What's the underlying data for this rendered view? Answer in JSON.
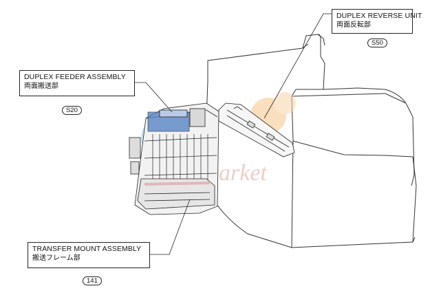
{
  "callouts": {
    "duplex_reverse": {
      "en": "DUPLEX REVERSE UNIT",
      "jp": "両面反転部",
      "ref": "S50"
    },
    "duplex_feeder": {
      "en": "DUPLEX FEEDER ASSEMBLY",
      "jp": "両面搬送部",
      "ref": "S20"
    },
    "transfer_mount": {
      "en": "TRANSFER MOUNT ASSEMBLY",
      "jp": "搬送フレーム部",
      "ref": "141"
    }
  },
  "watermark": {
    "text": "arket"
  },
  "colors": {
    "line": "#222222",
    "watermark_blue": "#9ec9ec",
    "watermark_orange": "#f6c58a",
    "watermark_text": "#e8b8b0",
    "part_blue": "#4f7fc4"
  }
}
